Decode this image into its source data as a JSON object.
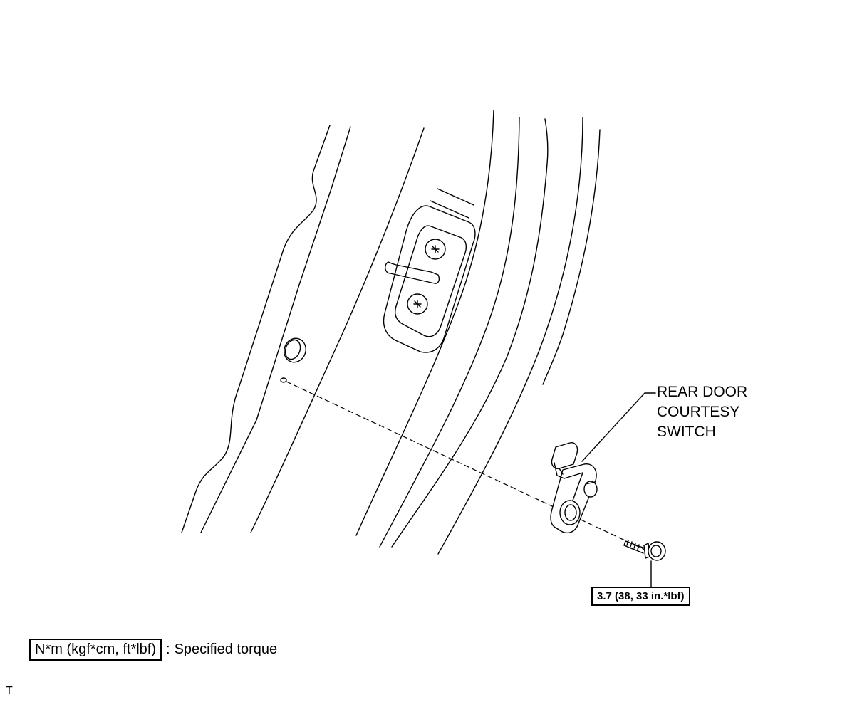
{
  "callout": {
    "part_lines": [
      "REAR DOOR",
      "COURTESY",
      "SWITCH"
    ]
  },
  "torque": {
    "value": "3.7 (38, 33 in.*lbf)"
  },
  "legend": {
    "unit_box": "N*m (kgf*cm, ft*lbf)",
    "separator": ":",
    "description": "Specified torque"
  },
  "corner_mark": "T"
}
